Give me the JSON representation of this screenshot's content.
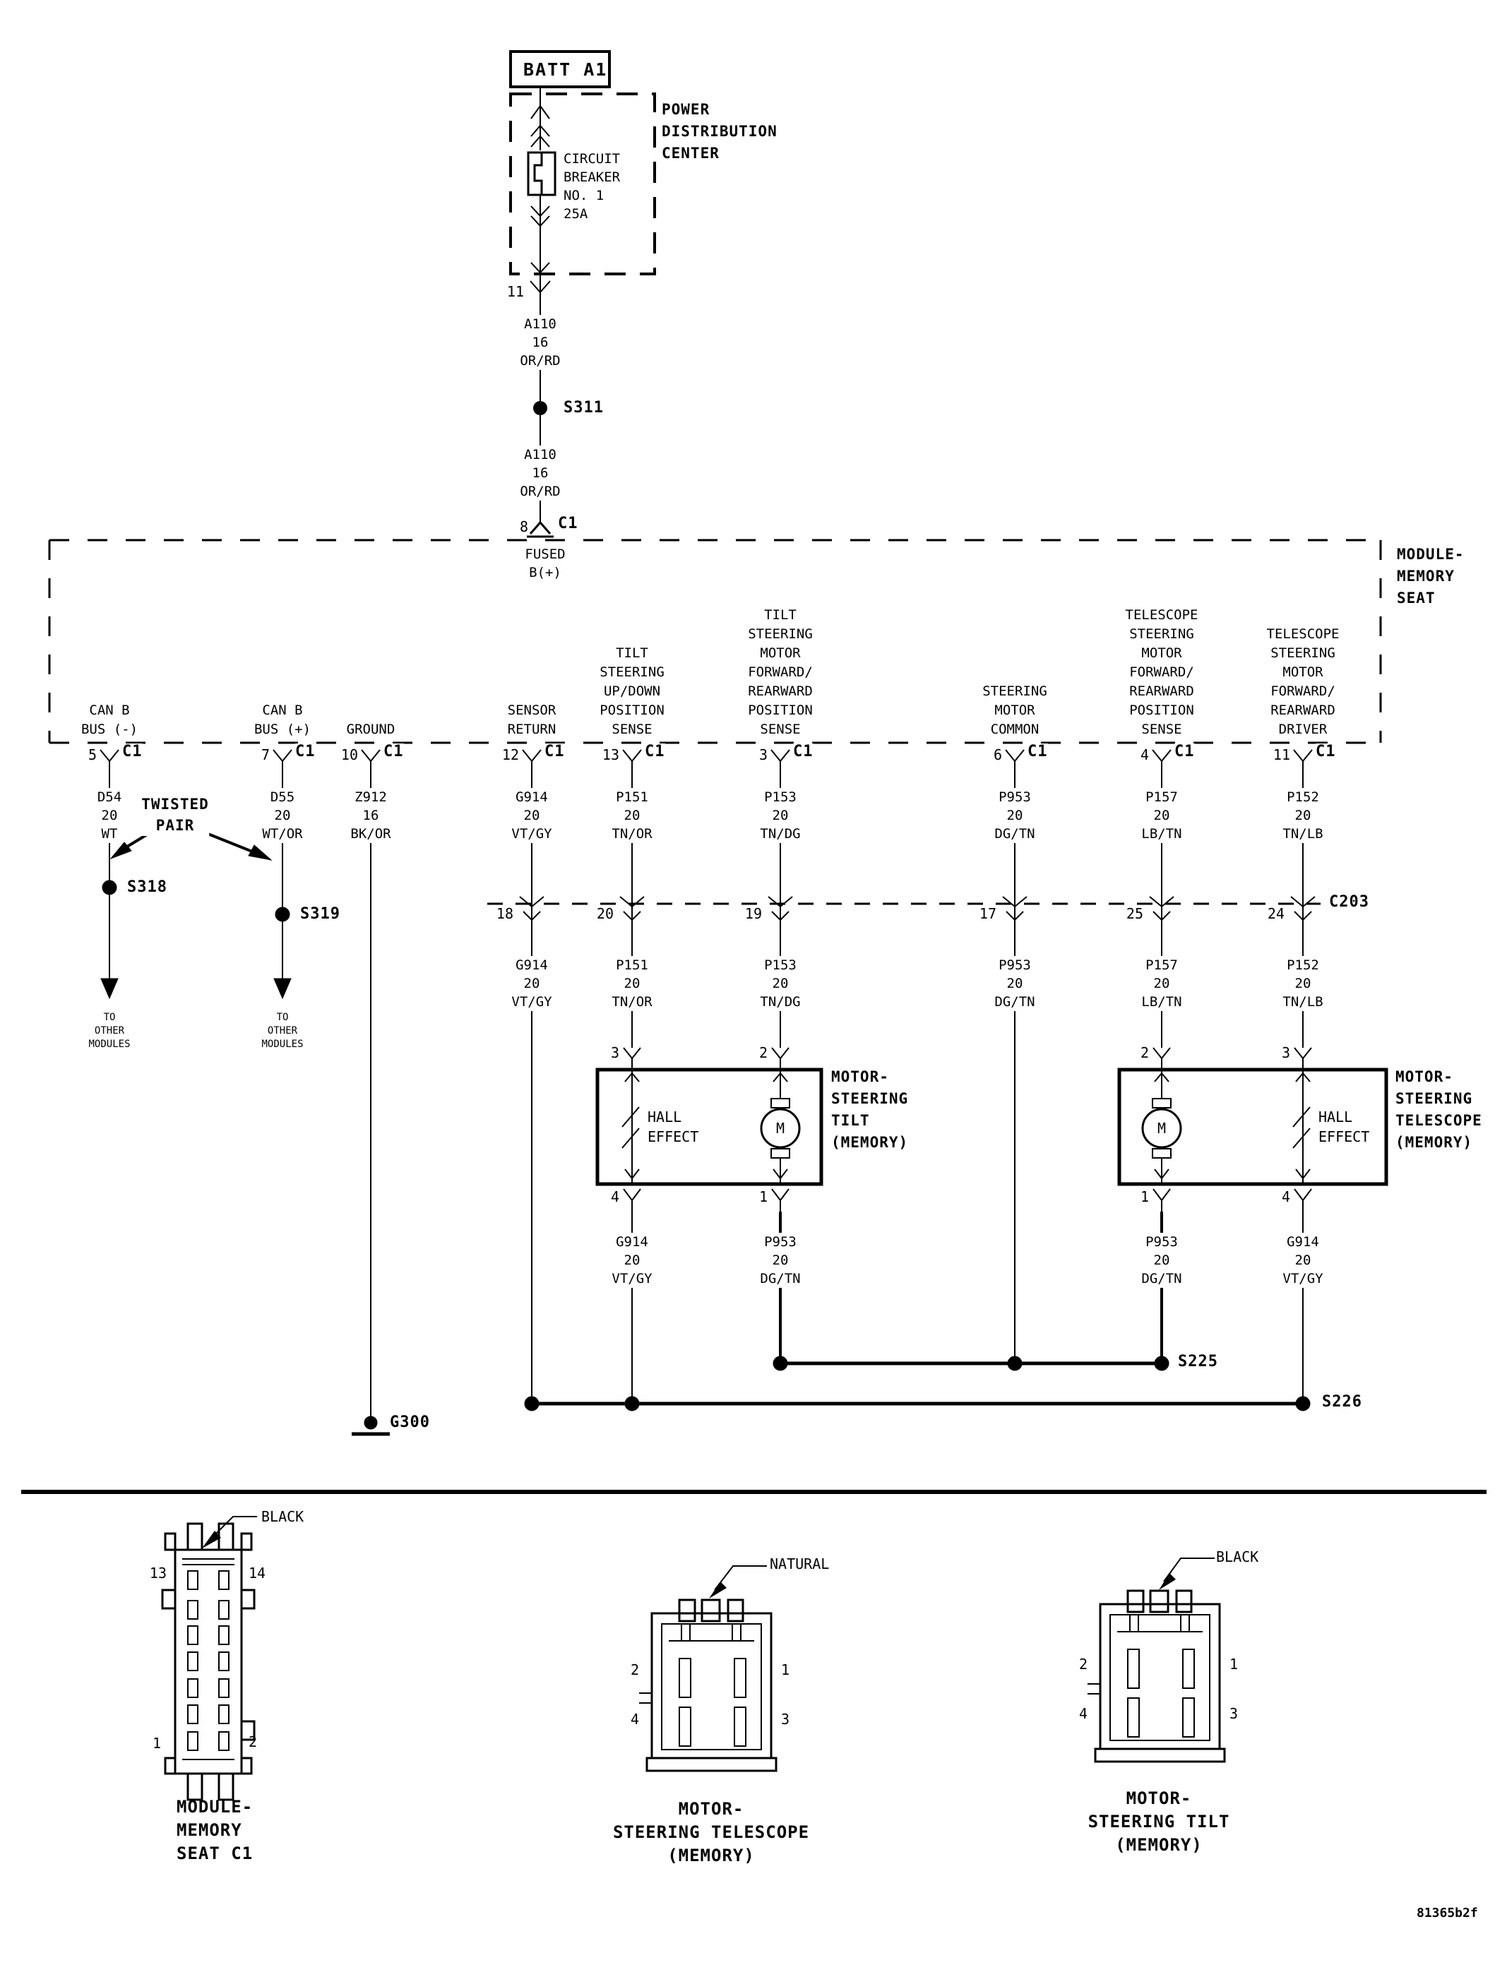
{
  "doc_id": "81365b2f",
  "power": {
    "battery": "BATT A1",
    "pdc": [
      "POWER",
      "DISTRIBUTION",
      "CENTER"
    ],
    "breaker": [
      "CIRCUIT",
      "BREAKER",
      "NO. 1",
      "25A"
    ],
    "pdc_pin": "11",
    "a110": [
      "A110",
      "16",
      "OR/RD"
    ],
    "s311": "S311",
    "pin8": "8",
    "c1": "C1",
    "fused": [
      "FUSED",
      "B(+)"
    ]
  },
  "module": {
    "name": [
      "MODULE-",
      "MEMORY",
      "SEAT"
    ],
    "conn": "C1",
    "pins": [
      {
        "number": "5",
        "heading": [
          "CAN B",
          "BUS (-)"
        ],
        "wire": [
          "D54",
          "20",
          "WT"
        ]
      },
      {
        "number": "7",
        "heading": [
          "CAN B",
          "BUS (+)"
        ],
        "wire": [
          "D55",
          "20",
          "WT/OR"
        ]
      },
      {
        "number": "10",
        "heading": [
          "GROUND"
        ],
        "wire": [
          "Z912",
          "16",
          "BK/OR"
        ]
      },
      {
        "number": "12",
        "heading": [
          "SENSOR",
          "RETURN"
        ],
        "wire": [
          "G914",
          "20",
          "VT/GY"
        ]
      },
      {
        "number": "13",
        "heading": [
          "TILT",
          "STEERING",
          "UP/DOWN",
          "POSITION",
          "SENSE"
        ],
        "wire": [
          "P151",
          "20",
          "TN/OR"
        ]
      },
      {
        "number": "3",
        "heading": [
          "TILT",
          "STEERING",
          "MOTOR",
          "FORWARD/",
          "REARWARD",
          "POSITION",
          "SENSE"
        ],
        "wire": [
          "P153",
          "20",
          "TN/DG"
        ]
      },
      {
        "number": "6",
        "heading": [
          "STEERING",
          "MOTOR",
          "COMMON"
        ],
        "wire": [
          "P953",
          "20",
          "DG/TN"
        ]
      },
      {
        "number": "4",
        "heading": [
          "TELESCOPE",
          "STEERING",
          "MOTOR",
          "FORWARD/",
          "REARWARD",
          "POSITION",
          "SENSE"
        ],
        "wire": [
          "P157",
          "20",
          "LB/TN"
        ]
      },
      {
        "number": "11",
        "heading": [
          "TELESCOPE",
          "STEERING",
          "MOTOR",
          "FORWARD/",
          "REARWARD",
          "DRIVER"
        ],
        "wire": [
          "P152",
          "20",
          "TN/LB"
        ]
      }
    ]
  },
  "twisted_pair": [
    "TWISTED",
    "PAIR"
  ],
  "to_other_modules": [
    "TO",
    "OTHER",
    "MODULES"
  ],
  "splices": {
    "s318": "S318",
    "s319": "S319",
    "s225": "S225",
    "s226": "S226"
  },
  "ground": "G300",
  "c203": {
    "label": "C203",
    "pins": [
      "18",
      "20",
      "19",
      "17",
      "25",
      "24"
    ]
  },
  "motors": {
    "tilt": {
      "label": [
        "MOTOR-",
        "STEERING",
        "TILT",
        "(MEMORY)"
      ],
      "top_pins": [
        "3",
        "2"
      ],
      "bottom_pins": [
        "4",
        "1"
      ],
      "hall": [
        "HALL",
        "EFFECT"
      ],
      "m": "M"
    },
    "telescope": {
      "label": [
        "MOTOR-",
        "STEERING",
        "TELESCOPE",
        "(MEMORY)"
      ],
      "top_pins": [
        "2",
        "3"
      ],
      "bottom_pins": [
        "1",
        "4"
      ],
      "hall": [
        "HALL",
        "EFFECT"
      ],
      "m": "M"
    }
  },
  "stack3": [
    [
      "G914",
      "20",
      "VT/GY"
    ],
    [
      "P953",
      "20",
      "DG/TN"
    ],
    [
      "P953",
      "20",
      "DG/TN"
    ],
    [
      "G914",
      "20",
      "VT/GY"
    ]
  ],
  "connectors": [
    {
      "color": "BLACK",
      "pins": [
        "13",
        "14",
        "1",
        "2"
      ],
      "caption": [
        "MODULE-",
        "MEMORY",
        "SEAT C1"
      ]
    },
    {
      "color": "NATURAL",
      "pins": [
        "2",
        "1",
        "4",
        "3"
      ],
      "caption": [
        "MOTOR-",
        "STEERING TELESCOPE",
        "(MEMORY)"
      ]
    },
    {
      "color": "BLACK",
      "pins": [
        "2",
        "1",
        "4",
        "3"
      ],
      "caption": [
        "MOTOR-",
        "STEERING TILT",
        "(MEMORY)"
      ]
    }
  ]
}
